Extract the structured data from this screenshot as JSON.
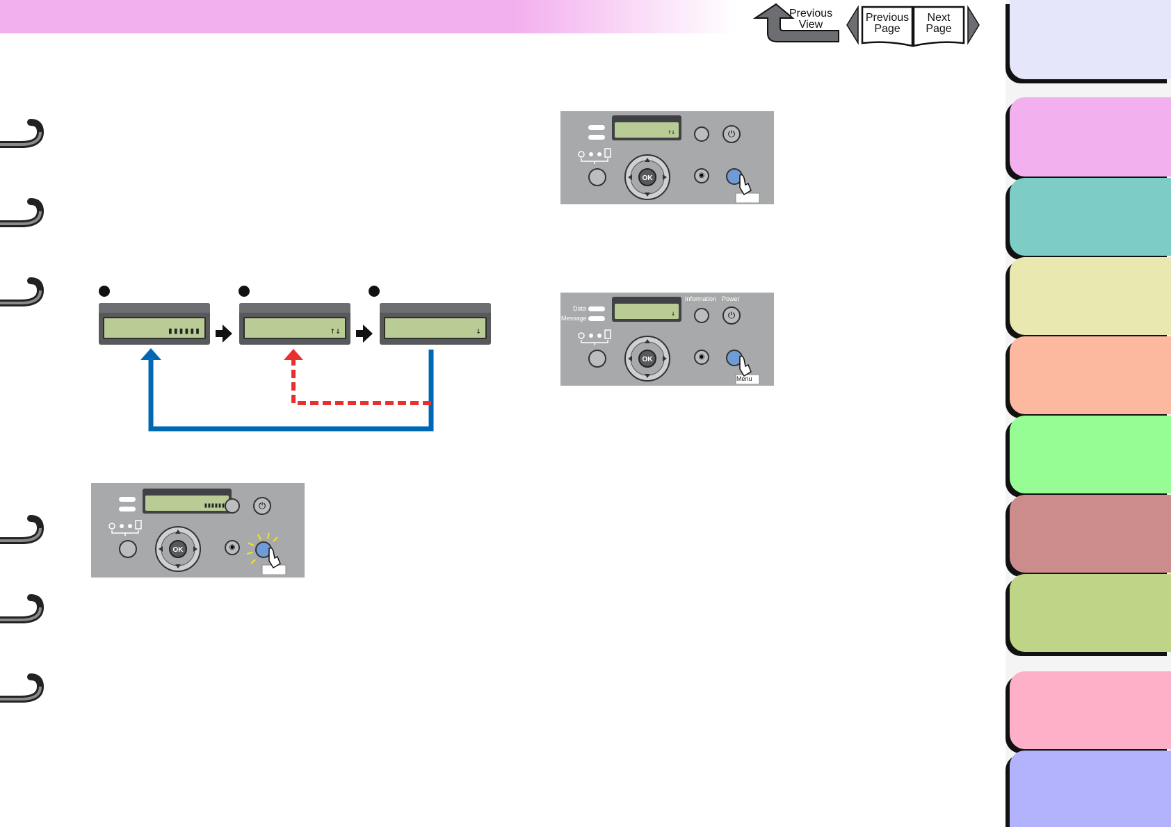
{
  "nav": {
    "previous_view_line1": "Previous",
    "previous_view_line2": "View",
    "previous_page_line1": "Previous",
    "previous_page_line2": "Page",
    "next_page_line1": "Next",
    "next_page_line2": "Page"
  },
  "lcd_texts": {
    "status_bars": "▮▮▮▮▮▮",
    "up_down": "↑↓",
    "down": "↓"
  },
  "panel_labels": {
    "data": "Data",
    "message": "Message",
    "information": "Information",
    "power": "Power",
    "ok": "OK",
    "menu": "Menu"
  },
  "colors": {
    "header_pink": "#f3b0ee",
    "arrow_blue": "#0068b3",
    "arrow_red": "#e8302e",
    "panel_gray": "#a8a9ab",
    "lcd_green": "#b9cc95",
    "menu_button_blue": "#6f9bd6"
  },
  "tabs": [
    {
      "color": "#e6e6fa"
    },
    {
      "color": "#f3b0ee"
    },
    {
      "color": "#7dccc6"
    },
    {
      "color": "#e8e8b0"
    },
    {
      "color": "#fdb9a0"
    },
    {
      "color": "#96fd94"
    },
    {
      "color": "#cd8c8c"
    },
    {
      "color": "#bed487"
    },
    {
      "color": "#fdb0c8"
    },
    {
      "color": "#b3b3fd"
    }
  ]
}
